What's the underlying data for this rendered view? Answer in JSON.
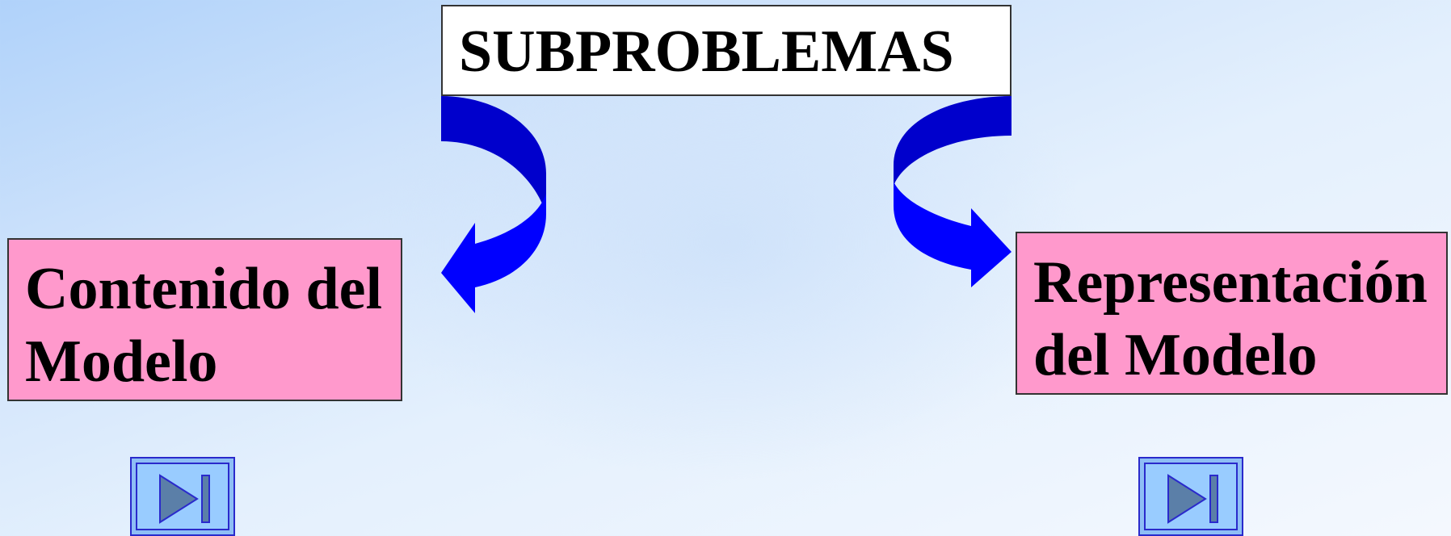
{
  "title": "SUBPROBLEMAS",
  "left_box": {
    "line1": "Contenido del",
    "line2": "Modelo"
  },
  "right_box": {
    "line1": "Representación",
    "line2": "del Modelo"
  },
  "colors": {
    "title_bg": "#ffffff",
    "box_fill": "#ff99cc",
    "arrow_dark": "#0000cc",
    "arrow_light": "#0000ff",
    "nav_fill": "#99ccff",
    "nav_icon": "#5b7fa8"
  },
  "icons": {
    "nav_left": "play-next-icon",
    "nav_right": "play-next-icon"
  }
}
